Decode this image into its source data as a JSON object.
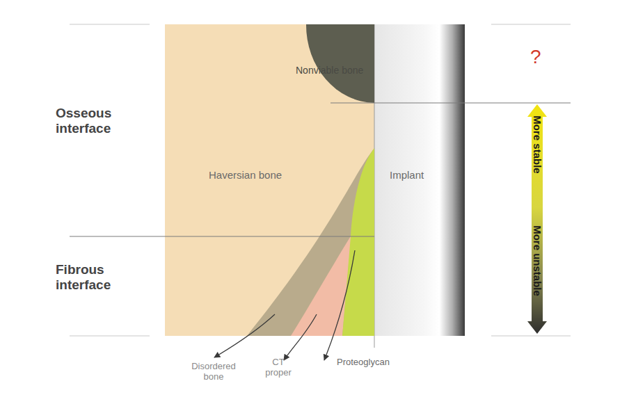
{
  "diagram": {
    "nodes": [
      {
        "text": [
          "Nonviable bone"
        ]
      },
      {
        "text": [
          "Haversian bone"
        ]
      },
      {
        "text": [
          "Implant"
        ]
      },
      {
        "text": [
          "More stable",
          "More unstable"
        ]
      }
    ],
    "labels": [
      "Osseous interface",
      "Fibrous interface",
      "?",
      "Disordered bone",
      "CT proper",
      "Proteoglycan"
    ]
  }
}
